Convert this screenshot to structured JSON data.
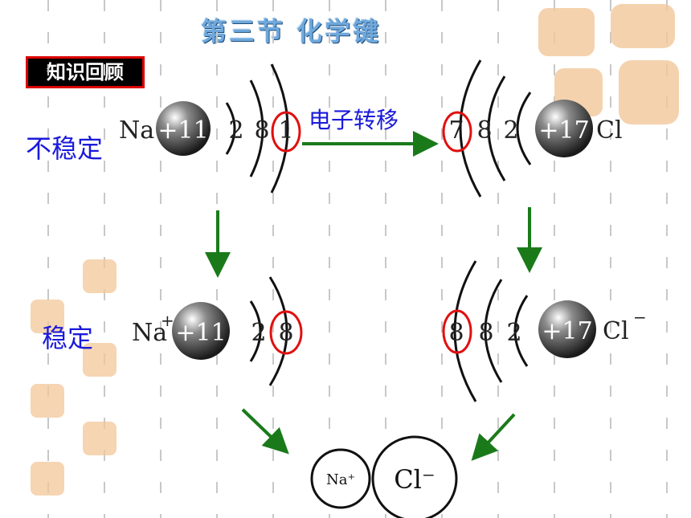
{
  "title": "第三节 化学键",
  "review_label": "知识回顾",
  "row_top": {
    "state": "不稳定",
    "left_atom": {
      "symbol": "Na",
      "nucleus": "+11",
      "shells": [
        "2",
        "8",
        "1"
      ]
    },
    "transfer_label": "电子转移",
    "right_atom": {
      "symbol": "Cl",
      "nucleus": "+17",
      "shells": [
        "7",
        "8",
        "2"
      ]
    }
  },
  "row_bottom": {
    "state": "稳定",
    "left_ion": {
      "symbol": "Na",
      "charge": "+",
      "nucleus": "+11",
      "shells": [
        "2",
        "8"
      ]
    },
    "right_ion": {
      "symbol": "Cl",
      "charge": "−",
      "nucleus": "+17",
      "shells": [
        "8",
        "8",
        "2"
      ]
    }
  },
  "product": {
    "cation": "Na⁺",
    "anion": "Cl⁻"
  },
  "colors": {
    "arrow": "#1a7a1a",
    "highlight": "#e01010",
    "label_blue": "#1a1adb",
    "watermark": "#f3c79a"
  }
}
